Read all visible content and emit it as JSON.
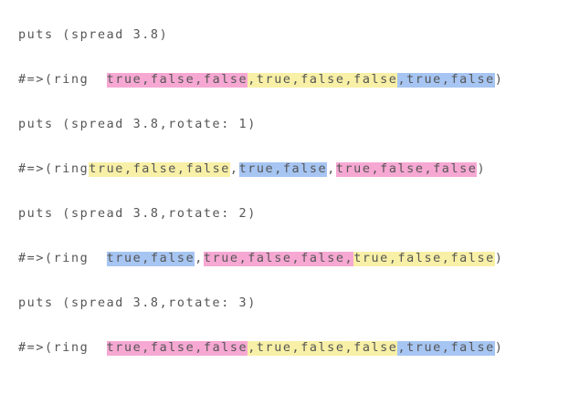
{
  "colors": {
    "pink": "#f6a8d3",
    "yellow": "#f8f0a6",
    "blue": "#a6c5f2",
    "text": "#555555"
  },
  "lines": [
    {
      "segments": [
        {
          "text": "puts (spread 3.8)",
          "highlight": ""
        }
      ]
    },
    {
      "segments": [
        {
          "text": "#=>(ring  ",
          "highlight": ""
        },
        {
          "text": "true,false,false",
          "highlight": "pink"
        },
        {
          "text": ",true,false,false",
          "highlight": "yellow"
        },
        {
          "text": ",true,false",
          "highlight": "blue"
        },
        {
          "text": ")",
          "highlight": ""
        }
      ]
    },
    {
      "segments": [
        {
          "text": "puts (spread 3.8,rotate: 1)",
          "highlight": ""
        }
      ]
    },
    {
      "segments": [
        {
          "text": "#=>(ring",
          "highlight": ""
        },
        {
          "text": "true,false,false",
          "highlight": "yellow"
        },
        {
          "text": ",",
          "highlight": ""
        },
        {
          "text": "true,false",
          "highlight": "blue"
        },
        {
          "text": ",",
          "highlight": ""
        },
        {
          "text": "true,false,false",
          "highlight": "pink"
        },
        {
          "text": ")",
          "highlight": ""
        }
      ]
    },
    {
      "segments": [
        {
          "text": "puts (spread 3.8,rotate: 2)",
          "highlight": ""
        }
      ]
    },
    {
      "segments": [
        {
          "text": "#=>(ring  ",
          "highlight": ""
        },
        {
          "text": "true,false",
          "highlight": "blue"
        },
        {
          "text": ",",
          "highlight": ""
        },
        {
          "text": "true,false,false,",
          "highlight": "pink"
        },
        {
          "text": "true,false,false",
          "highlight": "yellow"
        },
        {
          "text": ")",
          "highlight": ""
        }
      ]
    },
    {
      "segments": [
        {
          "text": "puts (spread 3.8,rotate: 3)",
          "highlight": ""
        }
      ]
    },
    {
      "segments": [
        {
          "text": "#=>(ring  ",
          "highlight": ""
        },
        {
          "text": "true,false,false",
          "highlight": "pink"
        },
        {
          "text": ",true,false,false",
          "highlight": "yellow"
        },
        {
          "text": ",true,false",
          "highlight": "blue"
        },
        {
          "text": ")",
          "highlight": ""
        }
      ]
    }
  ]
}
